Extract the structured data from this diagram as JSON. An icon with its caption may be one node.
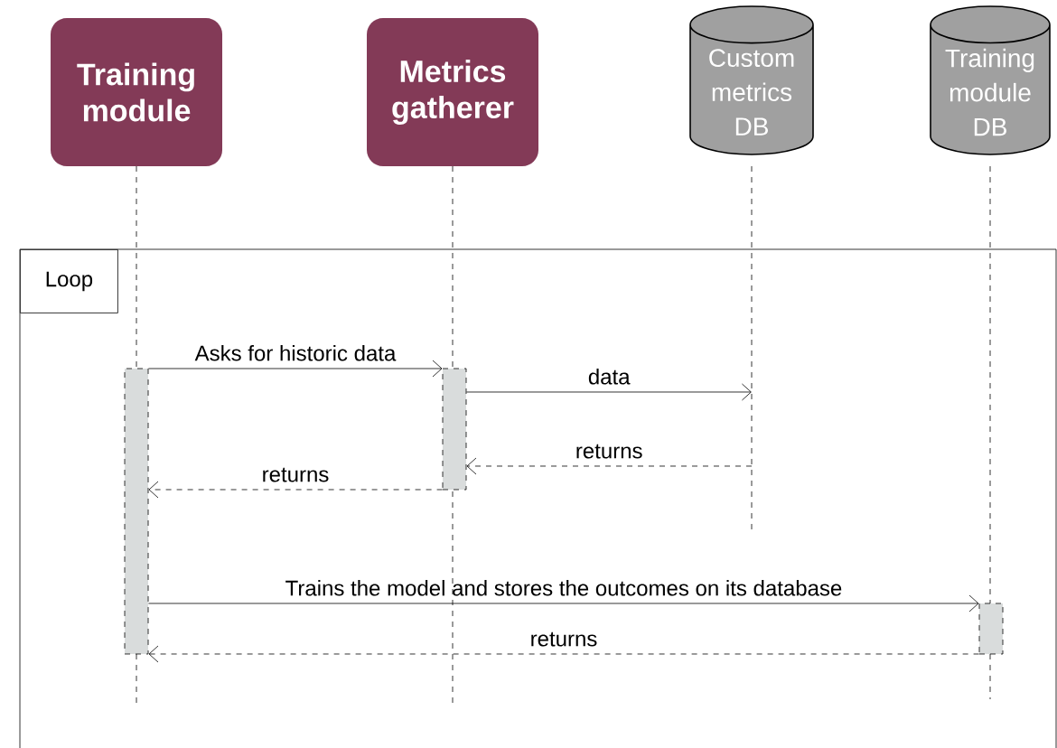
{
  "diagram": {
    "nodes": [
      {
        "text": [
          "Training module"
        ]
      },
      {
        "text": [
          "Metrics gatherer"
        ]
      },
      {
        "text": [
          "Custom metrics DB"
        ]
      },
      {
        "text": [
          "Training module DB"
        ]
      },
      {
        "text": [
          "Loop"
        ]
      },
      {
        "text": [],
        "shape": "bar"
      },
      {
        "text": [],
        "shape": "bar"
      },
      {
        "text": [],
        "shape": "bar"
      }
    ],
    "edges": [
      {
        "from": 5,
        "to": 6,
        "arrow": "to",
        "label": "Asks for historic data"
      },
      {
        "from": 6,
        "to": 2,
        "arrow": "to",
        "label": "data"
      },
      {
        "from": 2,
        "to": 6,
        "arrow": "to",
        "label": "returns",
        "style": "dashed"
      },
      {
        "from": 6,
        "to": 5,
        "arrow": "to",
        "label": "returns",
        "style": "dashed"
      },
      {
        "from": 5,
        "to": 7,
        "arrow": "to",
        "label": "Trains the model and stores the outcomes on its database"
      },
      {
        "from": 7,
        "to": 5,
        "arrow": "to",
        "label": "returns",
        "style": "dashed"
      }
    ]
  }
}
